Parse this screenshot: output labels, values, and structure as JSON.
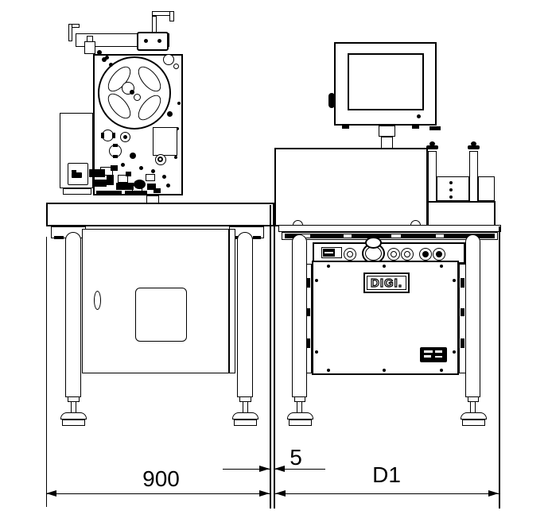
{
  "colors": {
    "line": "#000000",
    "background": "#ffffff"
  },
  "dimensions": {
    "left_machine_width": "900",
    "machine_gap": "5",
    "right_machine_width": "D1"
  },
  "logo_text": "DIGI."
}
